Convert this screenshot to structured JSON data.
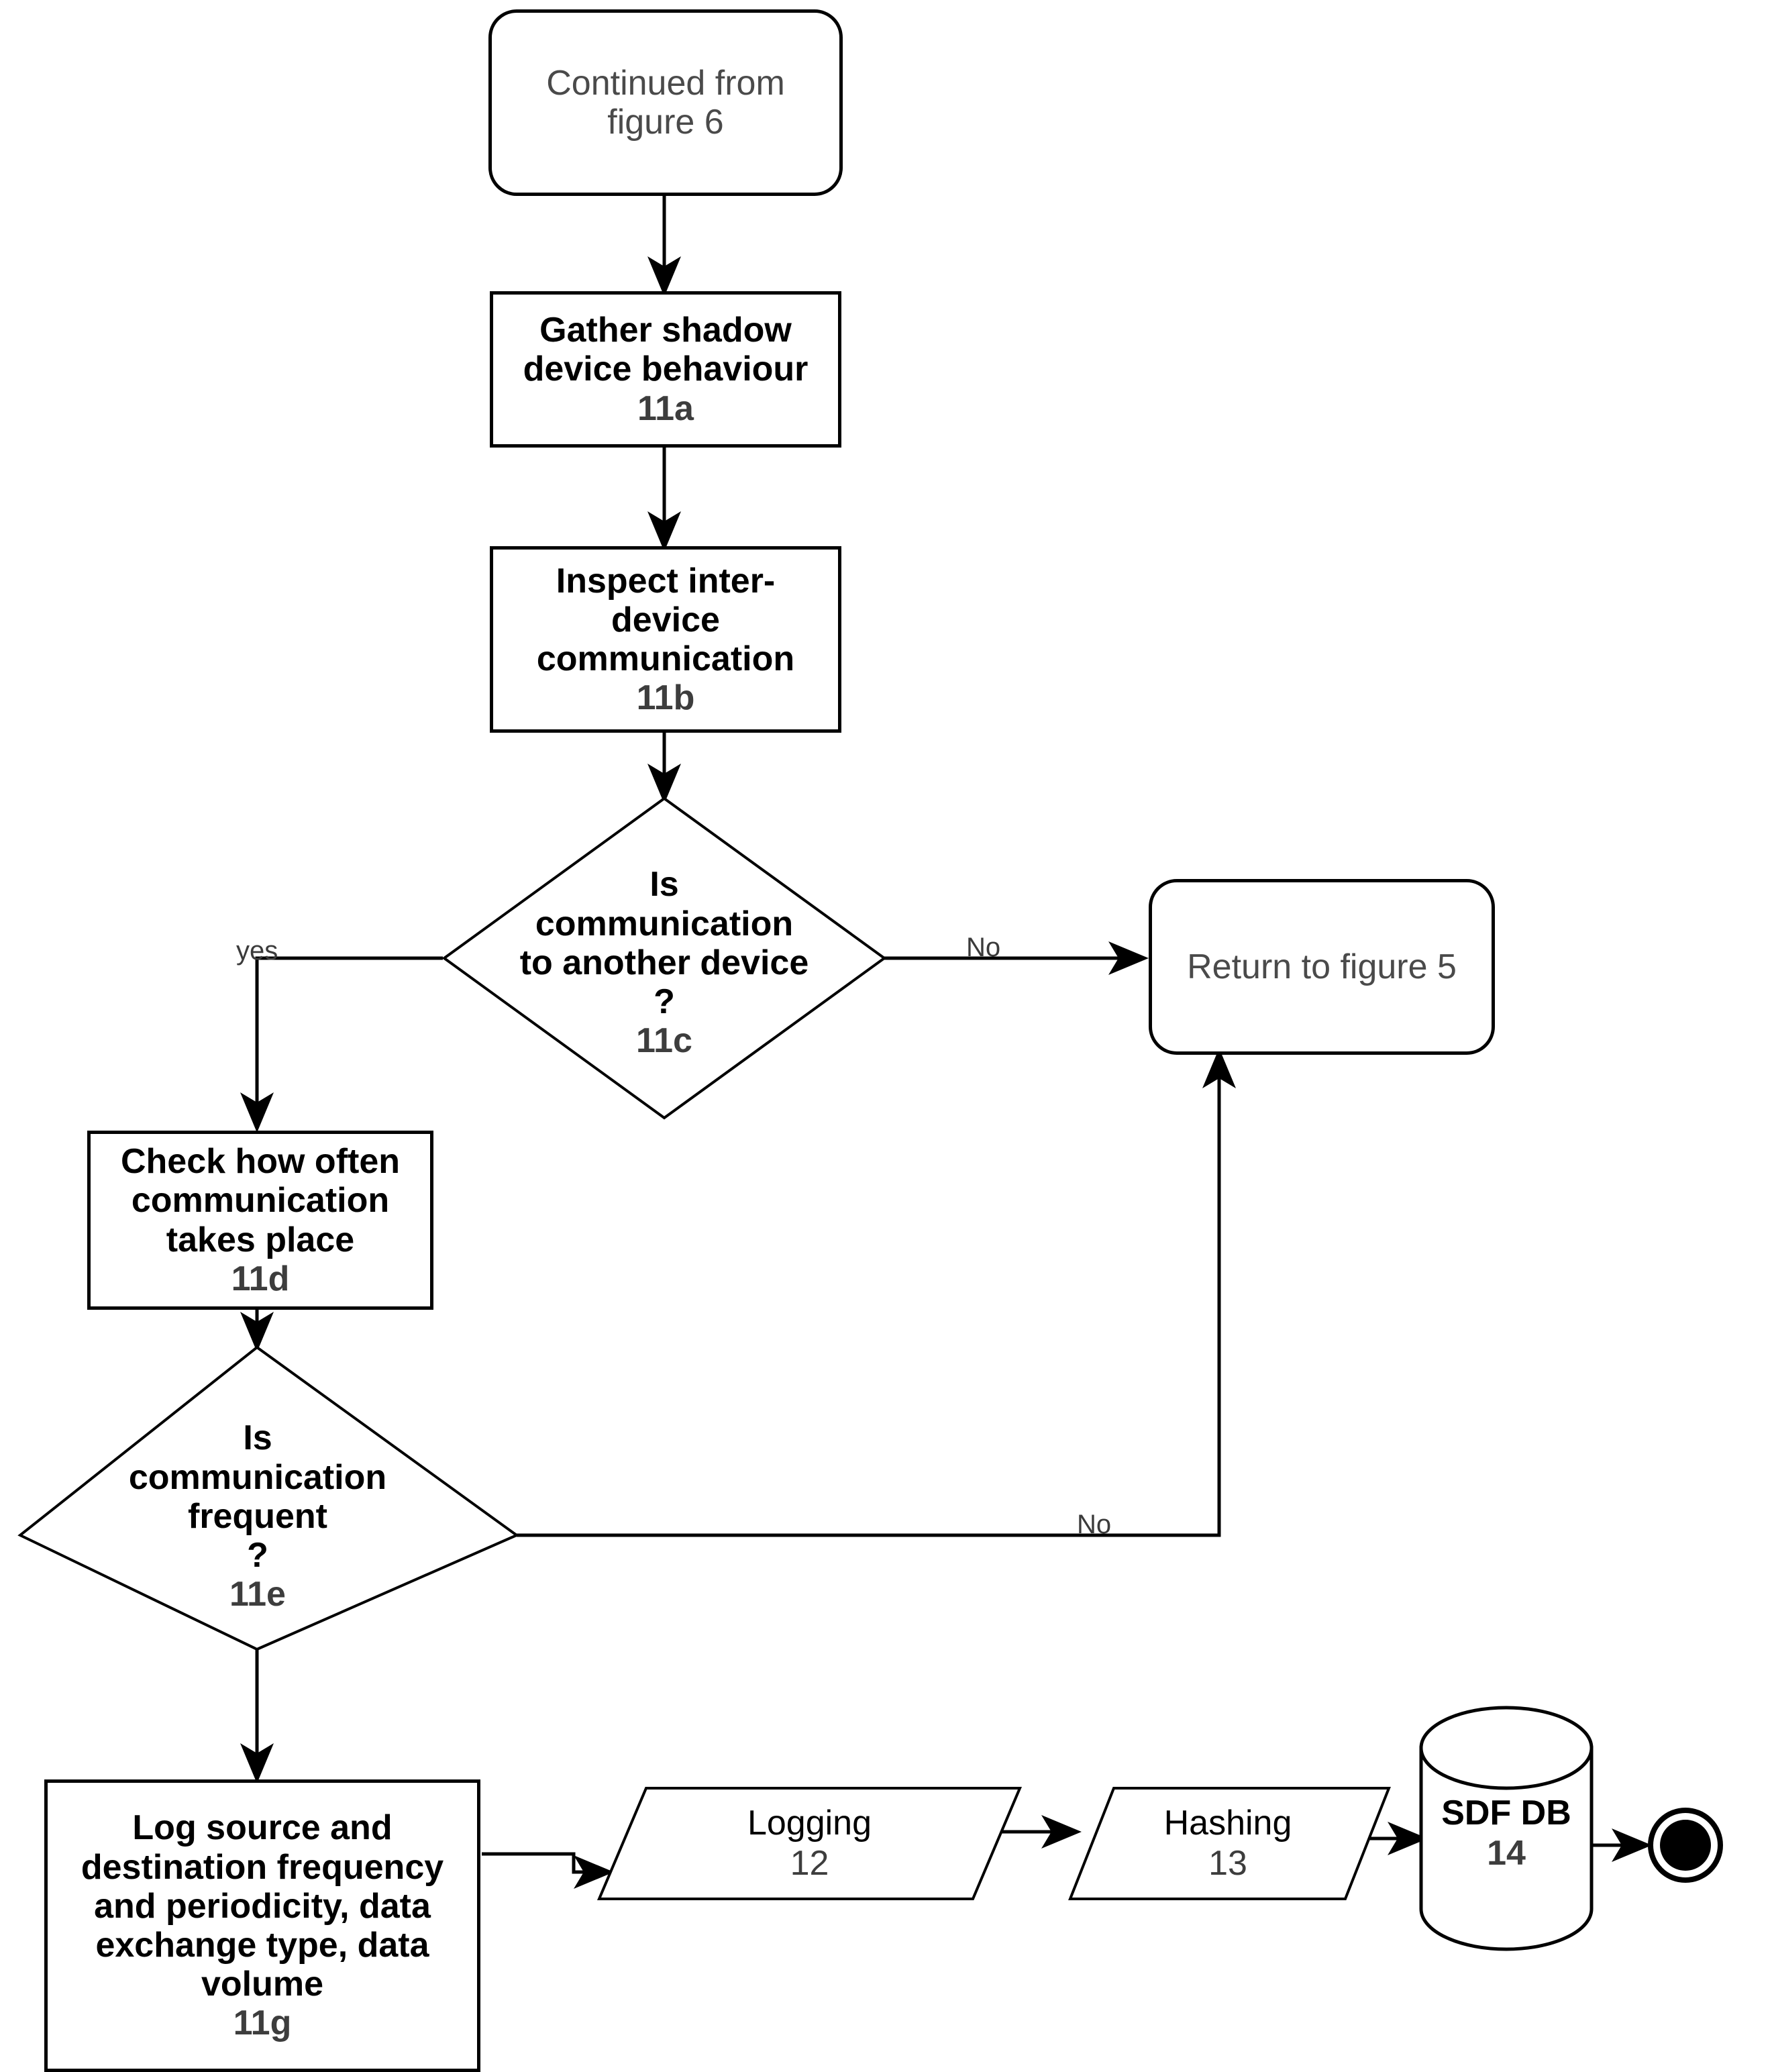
{
  "diagram": {
    "title": "Shadow device behaviour inspection flowchart",
    "stroke_color": "#000000",
    "background_color": "#ffffff",
    "text_color": "#000000",
    "muted_text_color": "#4a4a4a"
  },
  "nodes": {
    "start_terminator": {
      "label": "Continued from\nfigure 6",
      "shape": "rounded-rectangle"
    },
    "gather": {
      "label": "Gather shadow\ndevice behaviour",
      "ref": "11a",
      "shape": "process"
    },
    "inspect": {
      "label": "Inspect inter-\ndevice\ncommunication",
      "ref": "11b",
      "shape": "process"
    },
    "decision_another_device": {
      "label": "Is\ncommunication\nto another device\n?",
      "ref": "11c",
      "shape": "diamond"
    },
    "return_terminator": {
      "label": "Return to  figure 5",
      "shape": "rounded-rectangle"
    },
    "check_frequency": {
      "label": "Check how often\ncommunication\ntakes place",
      "ref": "11d",
      "shape": "process"
    },
    "decision_frequent": {
      "label": "Is\ncommunication\nfrequent\n?",
      "ref": "11e",
      "shape": "diamond"
    },
    "log_details": {
      "label": "Log source and\ndestination frequency\nand periodicity, data\nexchange type, data\nvolume",
      "ref": "11g",
      "shape": "process"
    },
    "logging": {
      "label": "Logging",
      "ref": "12",
      "shape": "parallelogram"
    },
    "hashing": {
      "label": "Hashing",
      "ref": "13",
      "shape": "parallelogram"
    },
    "sdf_db": {
      "label": "SDF DB",
      "ref": "14",
      "shape": "cylinder"
    },
    "end_node": {
      "label": "",
      "shape": "filled-circle"
    }
  },
  "edge_labels": {
    "yes_branch": "yes",
    "no_branch_11c": "No",
    "no_branch_11e": "No"
  }
}
